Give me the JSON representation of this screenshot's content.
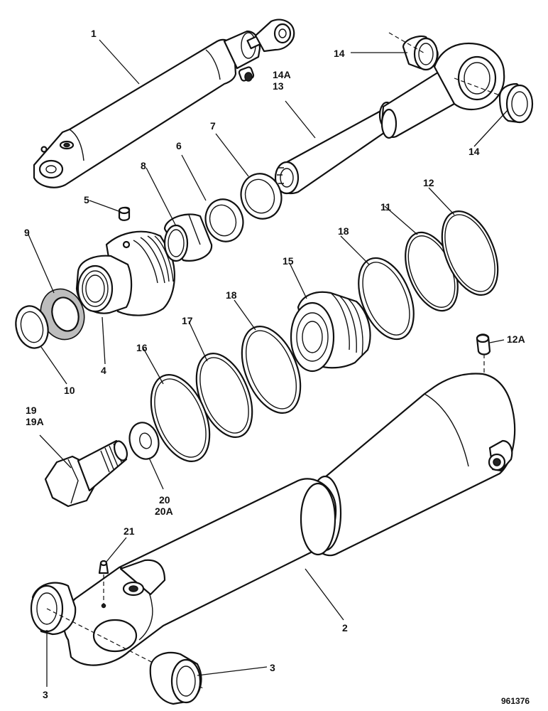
{
  "diagram": {
    "labels": {
      "1": "1",
      "2": "2",
      "3": "3",
      "4": "4",
      "5": "5",
      "6": "6",
      "7": "7",
      "8": "8",
      "9": "9",
      "10": "10",
      "11": "11",
      "12": "12",
      "12A": "12A",
      "13": "13",
      "14": "14",
      "14A": "14A",
      "15": "15",
      "16": "16",
      "17": "17",
      "18": "18",
      "19": "19",
      "19A": "19A",
      "20": "20",
      "20A": "20A",
      "21": "21"
    },
    "reference": "961376"
  }
}
